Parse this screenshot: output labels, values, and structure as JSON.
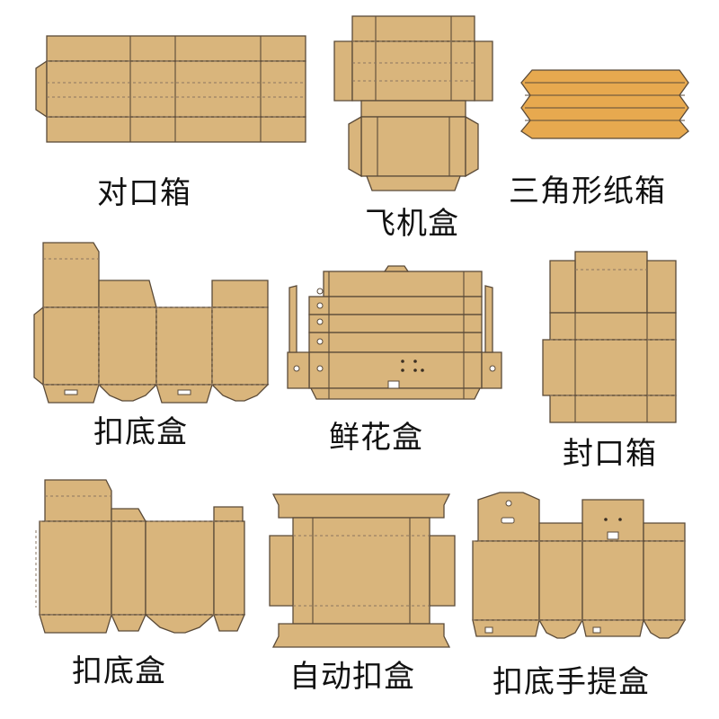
{
  "colors": {
    "kraft": "#d9b57c",
    "kraft_dark": "#cfa668",
    "kraft_orange": "#e7a94f",
    "outline": "#5a4a38",
    "label": "#111111"
  },
  "items": [
    {
      "id": "tuck-end",
      "label": "对口箱"
    },
    {
      "id": "mailer",
      "label": "飞机盒"
    },
    {
      "id": "triangle",
      "label": "三角形纸箱"
    },
    {
      "id": "lock-bottom-1",
      "label": "扣底盒"
    },
    {
      "id": "flower",
      "label": "鲜花盒"
    },
    {
      "id": "sealed",
      "label": "封口箱"
    },
    {
      "id": "lock-bottom-2",
      "label": "扣底盒"
    },
    {
      "id": "auto-lock",
      "label": "自动扣盒"
    },
    {
      "id": "lock-bottom-handle",
      "label": "扣底手提盒"
    }
  ]
}
